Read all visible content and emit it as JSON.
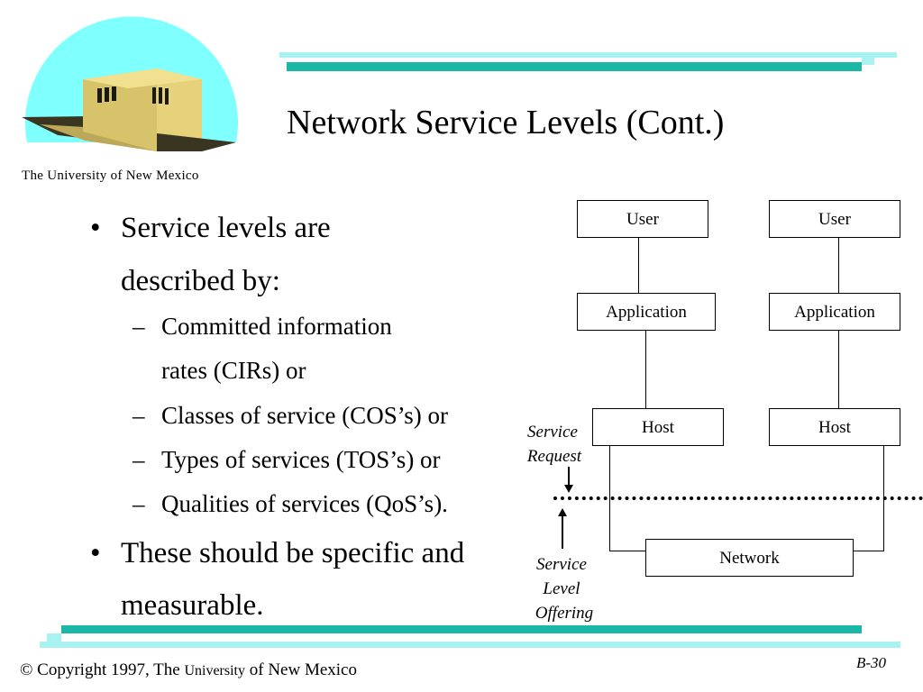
{
  "logo": {
    "caption": "The University of New Mexico",
    "colors": {
      "sky": "#80ffff",
      "building": "#d6c36a",
      "shadow": "#3a3520"
    }
  },
  "slide": {
    "title": "Network Service Levels (Cont.)",
    "bullets": [
      {
        "line1": "Service levels are",
        "line2": "described by:"
      },
      {
        "line1": "These should be specific and",
        "line2": "measurable."
      }
    ],
    "sub_bullets": [
      {
        "line1": "Committed information",
        "line2": "rates (CIRs) or"
      },
      {
        "line1": "Classes of service (COS’s) or"
      },
      {
        "line1": "Types of services (TOS’s) or"
      },
      {
        "line1": "Qualities of services (QoS’s)."
      }
    ],
    "bullet_mark": "•",
    "dash_mark": "–"
  },
  "diagram": {
    "left_stack": [
      "User",
      "Application",
      "Host"
    ],
    "right_stack": [
      "User",
      "Application",
      "Host"
    ],
    "network": "Network",
    "service_request": [
      "Service",
      "Request"
    ],
    "service_level_offering": [
      "Service",
      "Level",
      "Offering"
    ]
  },
  "footer": {
    "copyright_prefix": "© Copyright 1997, The",
    "copyright_university": "University",
    "copyright_suffix": "of New Mexico",
    "page_number": "B-30"
  },
  "colors": {
    "stripe_dark": "#1bb8a8",
    "stripe_light": "#a8f2f2"
  }
}
